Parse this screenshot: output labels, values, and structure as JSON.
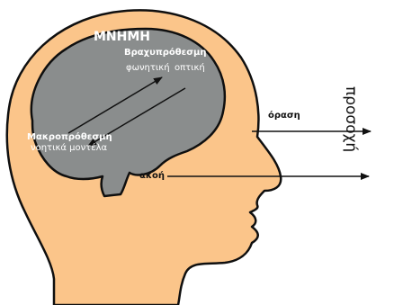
{
  "diagram": {
    "brain_title": "ΜΝΗΜΗ",
    "short_term": {
      "title": "Βραχυπρόθεσμη",
      "phonetic": "φωνητική",
      "optical": "οπτική"
    },
    "long_term": {
      "title": "Μακροπρόθεσμη",
      "subtitle": "νοητικά μοντέλα"
    },
    "vision_label": "όραση",
    "hearing_label": "ακοή",
    "attention_label": "προσοχή"
  },
  "colors": {
    "skin": "#fbc58a",
    "outline": "#0f0f0f",
    "brain": "#8a8d8d",
    "arrow": "#111111"
  }
}
